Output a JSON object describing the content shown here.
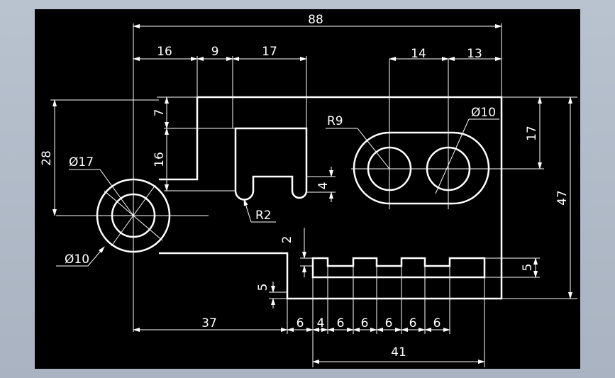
{
  "drawing": {
    "background_color": "#000000",
    "line_color": "#ffffff",
    "outer_background": "#b0b9c6"
  },
  "dimensions": {
    "overall_width": "88",
    "seg_16": "16",
    "seg_9": "9",
    "seg_17_top": "17",
    "seg_14": "14",
    "seg_13": "13",
    "height_28": "28",
    "height_7": "7",
    "height_16": "16",
    "height_4": "4",
    "height_17": "17",
    "height_47": "47",
    "height_2": "2",
    "height_5_left": "5",
    "height_5_right": "5",
    "bottom_37": "37",
    "bottom_6a": "6",
    "bottom_4": "4",
    "bottom_6b": "6",
    "bottom_6c": "6",
    "bottom_6d": "6",
    "bottom_6e": "6",
    "bottom_6f": "6",
    "bottom_41": "41",
    "dia_17": "Ø17",
    "dia_10_left": "Ø10",
    "dia_10_right": "Ø10",
    "radius_9": "R9",
    "radius_2": "R2"
  }
}
